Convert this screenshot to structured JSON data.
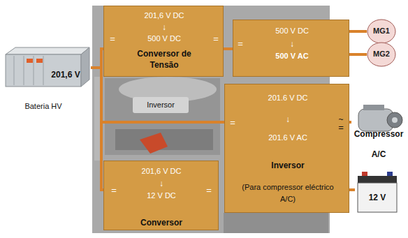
{
  "diagram": {
    "nodes": [
      {
        "text": [
          "201,6 V",
          "Bateria HV"
        ]
      },
      {
        "text": [
          "201,6 V DC",
          "↓",
          "=",
          "500 V DC",
          "=",
          "Conversor de Tensão"
        ]
      },
      {
        "text": [
          "500 V DC",
          "↓",
          "=",
          "500 V AC"
        ]
      },
      {
        "text": [
          "MG1"
        ]
      },
      {
        "text": [
          "MG2"
        ]
      },
      {
        "text": [
          "201.6 V DC",
          "↓",
          "=",
          "~",
          "=",
          "201.6 V AC",
          "Inversor",
          "(Para compressor eléctrico A/C)"
        ]
      },
      {
        "text": [
          "Compressor A/C"
        ]
      },
      {
        "text": [
          "201,6 V DC",
          "↓",
          "=",
          "12 V DC",
          "=",
          "Conversor"
        ]
      },
      {
        "text": [
          "12 V"
        ]
      }
    ],
    "edges": [
      {
        "from": 0,
        "to": 1,
        "arrow": "none"
      },
      {
        "from": 0,
        "to": 5,
        "arrow": "none"
      },
      {
        "from": 0,
        "to": 7,
        "arrow": "none"
      },
      {
        "from": 1,
        "to": 2,
        "arrow": "none"
      },
      {
        "from": 2,
        "to": 3,
        "arrow": "none"
      },
      {
        "from": 2,
        "to": 4,
        "arrow": "none"
      },
      {
        "from": 5,
        "to": 6,
        "arrow": "none"
      },
      {
        "from": 5,
        "to": 8,
        "arrow": "none"
      }
    ],
    "labels": [
      "Inversor"
    ]
  }
}
